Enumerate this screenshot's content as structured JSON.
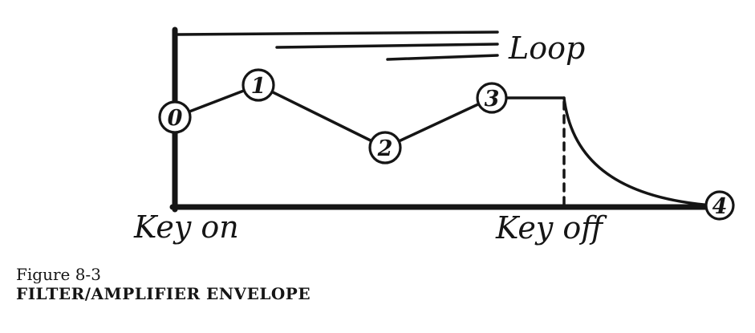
{
  "figure": {
    "caption_line1": "Figure 8-3",
    "caption_line2": "FILTER/AMPLIFIER ENVELOPE"
  },
  "diagram": {
    "loop_label": "Loop",
    "key_on_label": "Key on",
    "key_off_label": "Key off",
    "points": [
      {
        "label": "0",
        "role": "envelope-stage-start"
      },
      {
        "label": "1",
        "role": "envelope-stage-peak"
      },
      {
        "label": "2",
        "role": "envelope-stage-dip"
      },
      {
        "label": "3",
        "role": "envelope-stage-sustain"
      },
      {
        "label": "4",
        "role": "envelope-stage-end"
      }
    ],
    "ink_color": "#151515",
    "paper_color": "#ffffff"
  }
}
